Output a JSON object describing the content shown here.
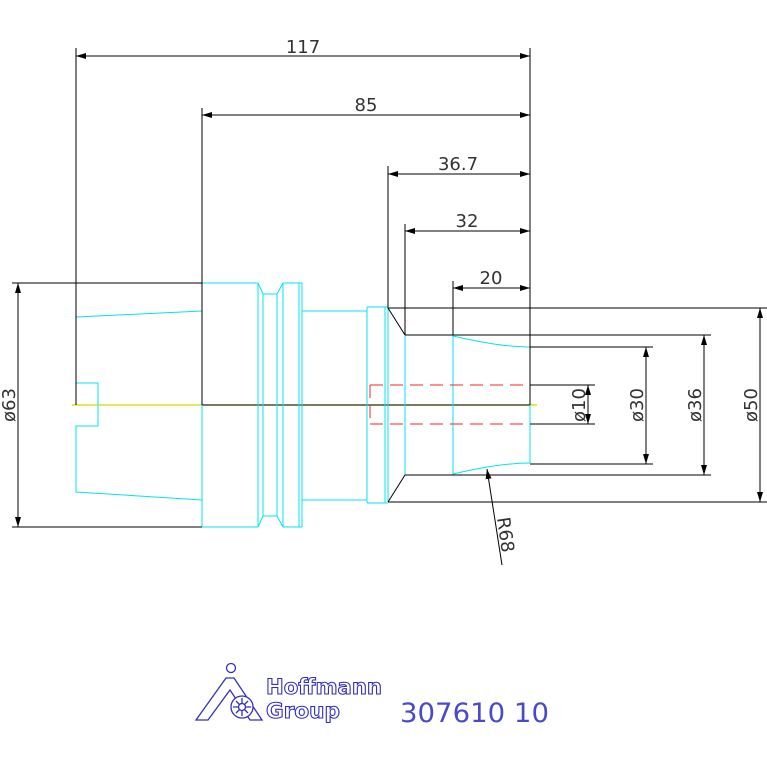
{
  "drawing": {
    "dimensions": {
      "overall_length": "117",
      "length_a": "85",
      "length_b": "36.7",
      "length_c": "32",
      "length_d": "20",
      "bore_diameter": "ø10",
      "inner_diameter": "ø30",
      "nose_inner_diameter": "ø36",
      "nose_diameter": "ø50",
      "flange_diameter": "ø63",
      "radius": "R68"
    }
  },
  "title_block": {
    "logo_line1": "Hoffmann",
    "logo_line2": "Group",
    "part_number": "307610 10"
  },
  "colors": {
    "part_outline": "#00e5f0",
    "dimension_lines": "#000000",
    "hidden_lines": "#ff2020",
    "center_line": "#d8d800",
    "brand_blue": "#3030c0",
    "part_number_blue": "#4a4ac8"
  }
}
